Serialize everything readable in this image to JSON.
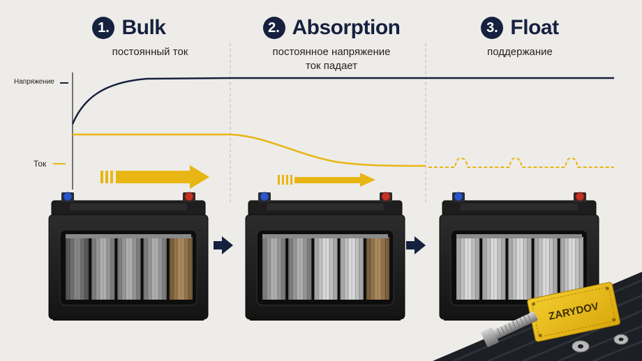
{
  "stages": [
    {
      "number": "1.",
      "title": "Bulk",
      "subtitle_lines": [
        "постоянный ток"
      ]
    },
    {
      "number": "2.",
      "title": "Absorption",
      "subtitle_lines": [
        "постоянное напряжение",
        "ток падает"
      ]
    },
    {
      "number": "3.",
      "title": "Float",
      "subtitle_lines": [
        "поддержание"
      ]
    }
  ],
  "axis": {
    "voltage_label": "Напряжение",
    "current_label": "Ток"
  },
  "colors": {
    "voltage": "#15213f",
    "current": "#e8b513",
    "divider": "#b8b6b2",
    "background": "#eeece8"
  },
  "brand_plate": "ZARYDOV",
  "icons": [
    "arrow-right-icon",
    "battery-icon",
    "terminal-positive-icon",
    "terminal-negative-icon",
    "bolt-icon",
    "washer-icon"
  ]
}
